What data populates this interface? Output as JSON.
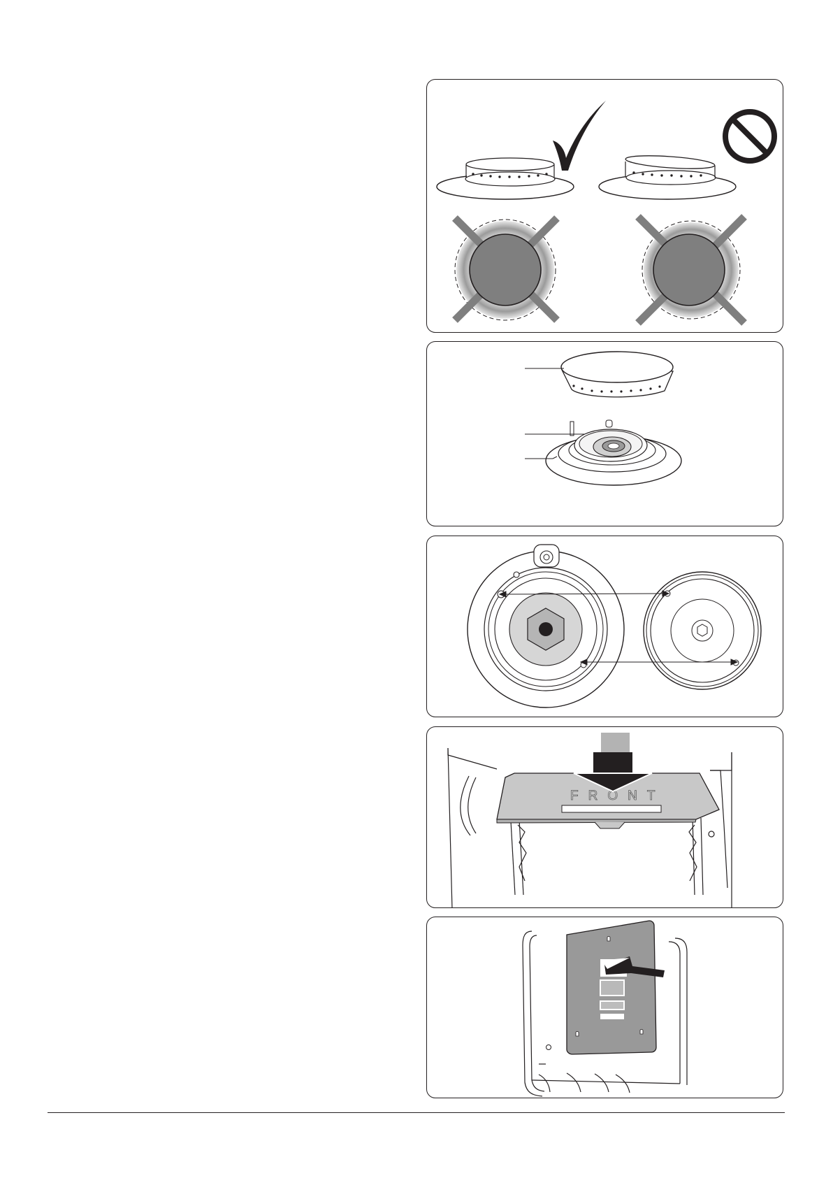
{
  "figures": [
    {
      "id": "burner-cap-alignment",
      "marks": [
        "correct-check-mark",
        "incorrect-prohibition-sign"
      ]
    },
    {
      "id": "burner-parts-exploded"
    },
    {
      "id": "burner-cap-locating-pins"
    },
    {
      "id": "oven-base-liner",
      "embossed_text": "FRONT"
    },
    {
      "id": "oven-side-panel-removal"
    }
  ],
  "colors": {
    "line": "#231f20",
    "burner_fill": "#7f7f7f",
    "flame": "#cfcfcf",
    "panel_grey": "#999999",
    "liner_grey": "#c8c8c8"
  }
}
